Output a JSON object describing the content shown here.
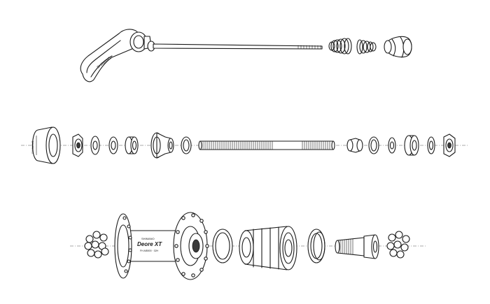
{
  "hub_logo": {
    "brand": "SHIMANO",
    "model": "Deore XT",
    "code": "FH-M8000 · 32H"
  },
  "colors": {
    "line": "#1a1a1a",
    "fill": "#ffffff",
    "shade": "#d9d9d9"
  }
}
